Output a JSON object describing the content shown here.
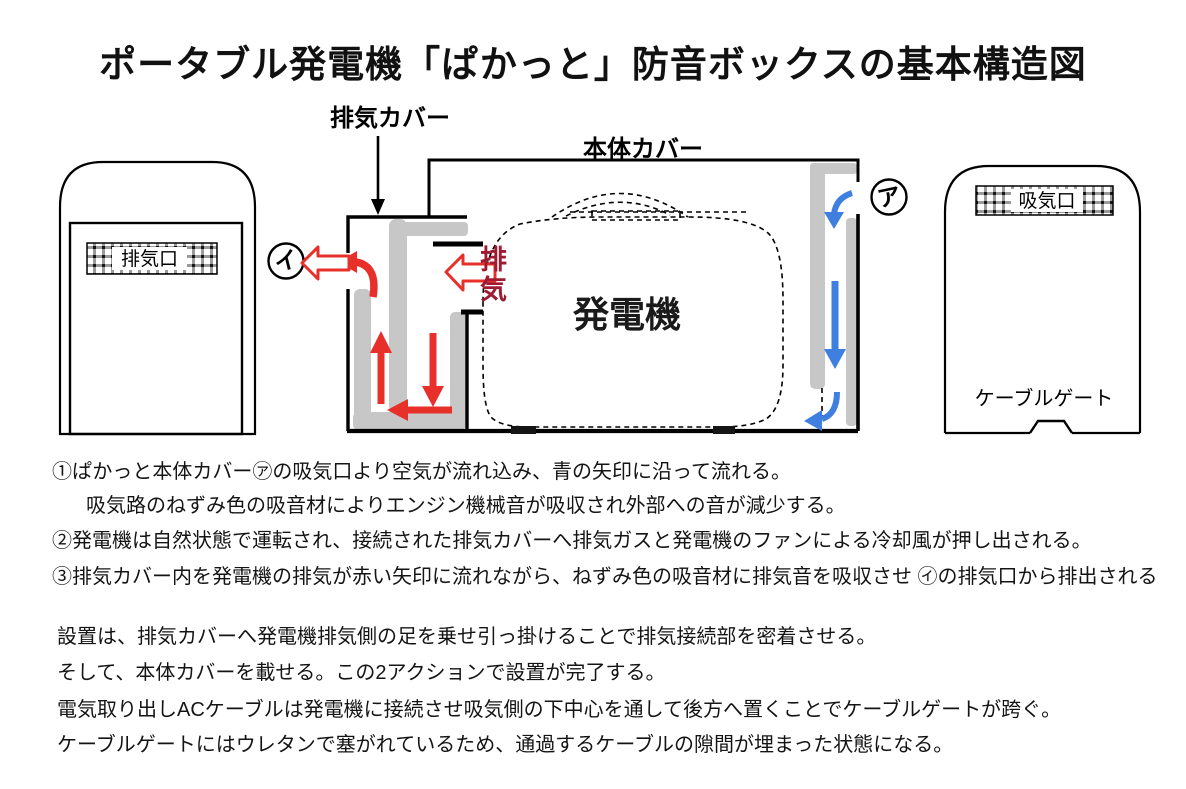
{
  "title": "ポータブル発電機「ぱかっと」防音ボックスの基本構造図",
  "diagram": {
    "exhaust_cover_label": "排気カバー",
    "body_cover_label": "本体カバー",
    "generator_label": "発電機",
    "exhaust_flow_label": "排気",
    "exhaust_port_label": "排気口",
    "intake_port_label": "吸気口",
    "cable_gate_label": "ケーブルゲート",
    "marker_a": "ア",
    "marker_i": "イ",
    "colors": {
      "exhaust_arrow_red": "#e8302a",
      "exhaust_text_dark_red": "#9e1b32",
      "intake_arrow_blue": "#3f7fe0",
      "absorber_gray": "#c7c7c7"
    }
  },
  "notes": {
    "lines": [
      "①ぱかっと本体カバー㋐の吸気口より空気が流れ込み、青の矢印に沿って流れる。",
      "吸気路のねずみ色の吸音材によりエンジン機械音が吸収され外部への音が減少する。",
      "②発電機は自然状態で運転され、接続された排気カバーへ排気ガスと発電機のファンによる冷却風が押し出される。",
      "③排気カバー内を発電機の排気が赤い矢印に流れながら、ねずみ色の吸音材に排気音を吸収させ ㋑の排気口から排出される",
      "設置は、排気カバーへ発電機排気側の足を乗せ引っ掛けることで排気接続部を密着させる。",
      "そして、本体カバーを載せる。この2アクションで設置が完了する。",
      "電気取り出しACケーブルは発電機に接続させ吸気側の下中心を通して後方へ置くことでケーブルゲートが跨ぐ。",
      "ケーブルゲートにはウレタンで塞がれているため、通過するケーブルの隙間が埋まった状態になる。"
    ]
  }
}
